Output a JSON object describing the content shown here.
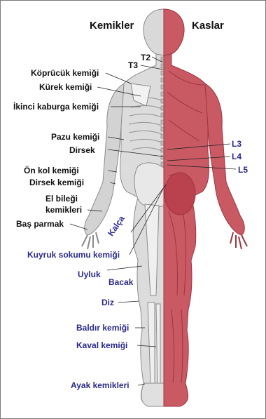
{
  "headers": {
    "bones": "Kemikler",
    "muscles": "Kaslar"
  },
  "labels": {
    "t2": "T2",
    "t3": "T3",
    "clavicle": "Köprücük kemiği",
    "scapula": "Kürek kemiği",
    "second_rib": "İkinci kaburga kemiği",
    "humerus": "Pazu kemiği",
    "elbow": "Dirsek",
    "radius": "Ön kol kemiği",
    "ulna": "Dirsek kemiği",
    "carpals_line1": "El bileği",
    "carpals_line2": "kemikleri",
    "thumb": "Baş parmak",
    "hip": "Kalça",
    "coccyx": "Kuyruk sokumu kemiği",
    "thigh": "Uyluk",
    "leg": "Bacak",
    "knee": "Diz",
    "fibula": "Baldır kemiği",
    "tibia": "Kaval kemiği",
    "foot_bones": "Ayak kemikleri",
    "l3": "L3",
    "l4": "L4",
    "l5": "L5"
  },
  "colors": {
    "bone_fill": "#d6d6d6",
    "bone_outline": "#8a8a8a",
    "muscle_fill": "#c95a64",
    "muscle_dark": "#9c3440",
    "black_label": "#111111",
    "blue_label": "#2a2a8a"
  }
}
